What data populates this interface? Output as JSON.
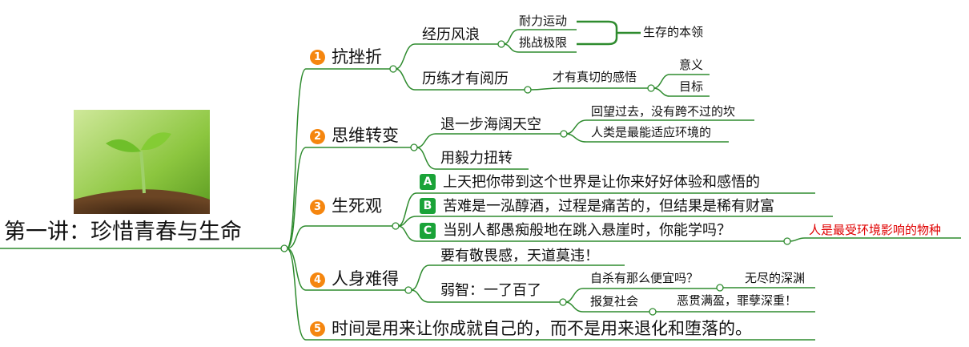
{
  "root": {
    "title": "第一讲：珍惜青春与生命",
    "image": "seedling-photo"
  },
  "branches": [
    {
      "num": "1",
      "label": "抗挫折",
      "children": [
        {
          "label": "经历风浪",
          "children": [
            "耐力运动",
            "挑战极限"
          ],
          "summary": "生存的本领"
        },
        {
          "label": "历练才有阅历",
          "child": "才有真切的感悟",
          "grandchildren": [
            "意义",
            "目标"
          ]
        }
      ]
    },
    {
      "num": "2",
      "label": "思维转变",
      "children": [
        {
          "label": "退一步海阔天空",
          "children": [
            "回望过去，没有跨不过的坎",
            "人类是最能适应环境的"
          ]
        },
        {
          "label": "用毅力扭转"
        }
      ]
    },
    {
      "num": "3",
      "label": "生死观",
      "children": [
        {
          "marker": "A",
          "label": "上天把你带到这个世界是让你来好好体验和感悟的"
        },
        {
          "marker": "B",
          "label": "苦难是一泓醇酒，过程是痛苦的，但结果是稀有财富"
        },
        {
          "marker": "C",
          "label": "当别人都愚痴般地在跳入悬崖时，你能学吗？",
          "note": "人是最受环境影响的物种"
        }
      ]
    },
    {
      "num": "4",
      "label": "人身难得",
      "children": [
        {
          "label": "要有敬畏感，天道莫违！"
        },
        {
          "label": "弱智：一了百了",
          "children": [
            {
              "label": "自杀有那么便宜吗？",
              "child": "无尽的深渊"
            },
            {
              "label": "报复社会",
              "child": "恶贯满盈，罪孽深重！"
            }
          ]
        }
      ]
    },
    {
      "num": "5",
      "label": "时间是用来让你成就自己的，而不是用来退化和堕落的。"
    }
  ],
  "colors": {
    "line": "#2e8b2e",
    "badge": "#f5860f",
    "marker": "#1aa338",
    "note": "#e00000"
  }
}
